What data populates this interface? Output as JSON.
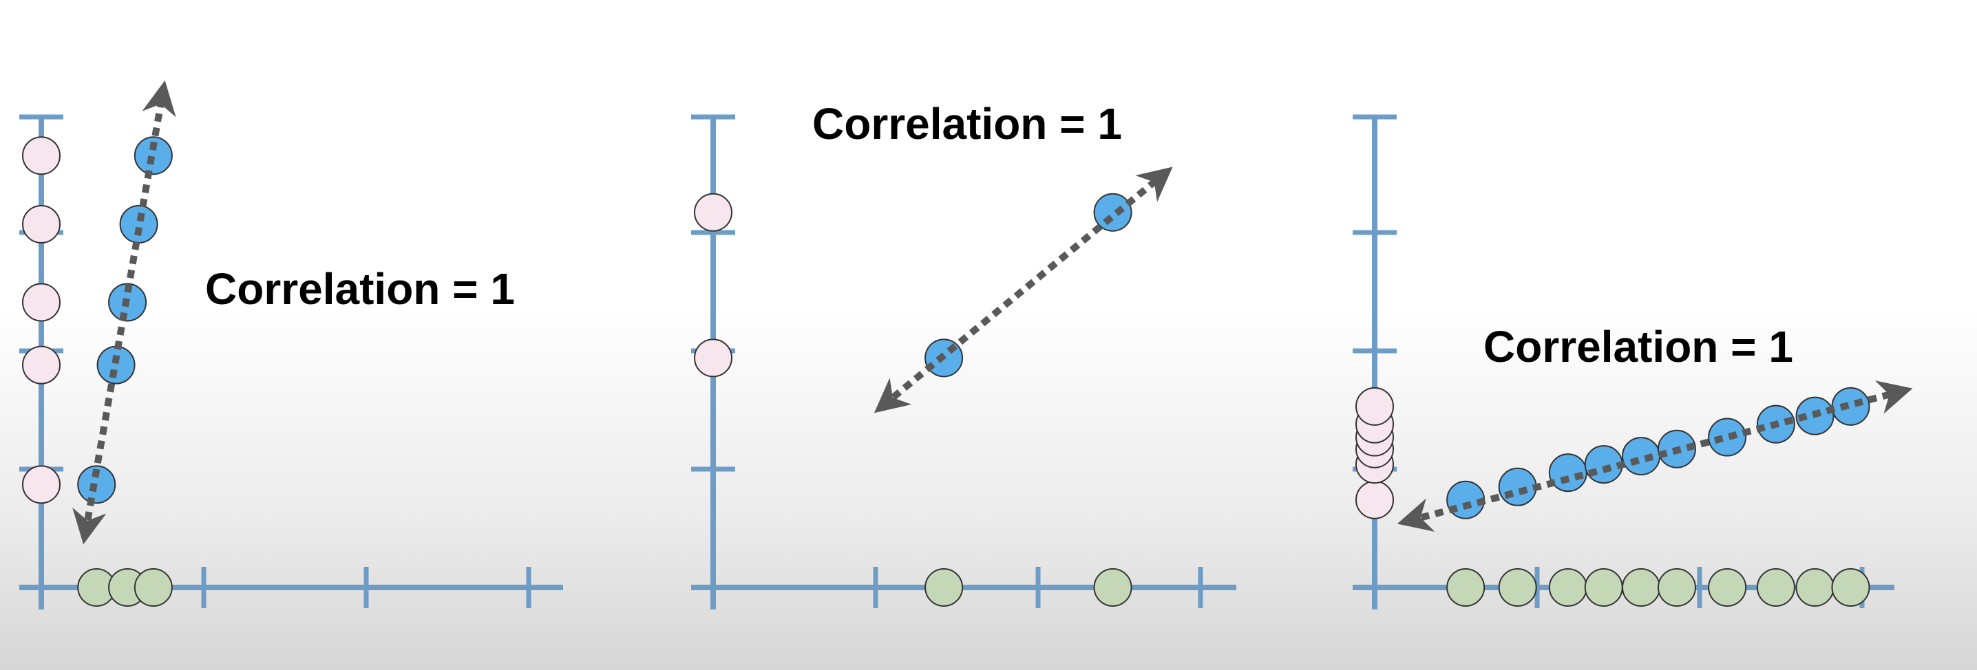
{
  "colors": {
    "axis": "#6d9cc6",
    "point_blue": "#5aaeea",
    "point_pink": "#f7e6ee",
    "point_green": "#c4d8b8",
    "point_stroke": "#333333",
    "trend": "#595959",
    "background_top": "#ffffff",
    "background_bottom": "#d6d6d6"
  },
  "chart_data": [
    {
      "type": "scatter",
      "annotation": "Correlation = 1",
      "xlim": [
        0,
        3.2
      ],
      "ylim": [
        0,
        4
      ],
      "x_ticks": [
        0,
        1,
        2,
        3
      ],
      "y_ticks": [
        0,
        1,
        2,
        3,
        4
      ],
      "grid": false,
      "points": [
        {
          "x": 0.34,
          "y": 0.87
        },
        {
          "x": 0.46,
          "y": 1.88
        },
        {
          "x": 0.53,
          "y": 2.41
        },
        {
          "x": 0.6,
          "y": 3.07
        },
        {
          "x": 0.69,
          "y": 3.65
        }
      ],
      "y_projection": [
        0.87,
        1.88,
        2.41,
        3.07,
        3.65
      ],
      "x_projection": [
        0.34,
        0.53,
        0.69
      ],
      "trend_line": {
        "from": {
          "x": 0.27,
          "y": 0.45
        },
        "to": {
          "x": 0.75,
          "y": 4.2
        }
      }
    },
    {
      "type": "scatter",
      "annotation": "Correlation = 1",
      "xlim": [
        0,
        3.2
      ],
      "ylim": [
        0,
        4
      ],
      "x_ticks": [
        0,
        1,
        2,
        3
      ],
      "y_ticks": [
        0,
        1,
        2,
        3,
        4
      ],
      "grid": false,
      "points": [
        {
          "x": 1.42,
          "y": 1.94
        },
        {
          "x": 2.46,
          "y": 3.17
        }
      ],
      "y_projection": [
        1.94,
        3.17
      ],
      "x_projection": [
        1.42,
        2.46
      ],
      "trend_line": {
        "from": {
          "x": 1.04,
          "y": 1.53
        },
        "to": {
          "x": 2.78,
          "y": 3.5
        }
      }
    },
    {
      "type": "scatter",
      "annotation": "Correlation = 1",
      "xlim": [
        0,
        3.2
      ],
      "ylim": [
        0,
        4
      ],
      "x_ticks": [
        0,
        1,
        2,
        3
      ],
      "y_ticks": [
        0,
        1,
        2,
        3,
        4
      ],
      "grid": false,
      "points": [
        {
          "x": 0.56,
          "y": 0.74
        },
        {
          "x": 0.88,
          "y": 0.85
        },
        {
          "x": 1.19,
          "y": 0.97
        },
        {
          "x": 1.41,
          "y": 1.04
        },
        {
          "x": 1.64,
          "y": 1.11
        },
        {
          "x": 1.86,
          "y": 1.17
        },
        {
          "x": 2.17,
          "y": 1.27
        },
        {
          "x": 2.47,
          "y": 1.38
        },
        {
          "x": 2.71,
          "y": 1.45
        },
        {
          "x": 2.93,
          "y": 1.53
        }
      ],
      "y_projection": [
        0.74,
        1.04,
        1.17,
        1.27,
        1.38,
        1.53
      ],
      "x_projection": [
        0.56,
        0.88,
        1.19,
        1.41,
        1.64,
        1.86,
        2.17,
        2.47,
        2.71,
        2.93
      ],
      "trend_line": {
        "from": {
          "x": 0.2,
          "y": 0.56
        },
        "to": {
          "x": 3.25,
          "y": 1.66
        }
      }
    }
  ]
}
